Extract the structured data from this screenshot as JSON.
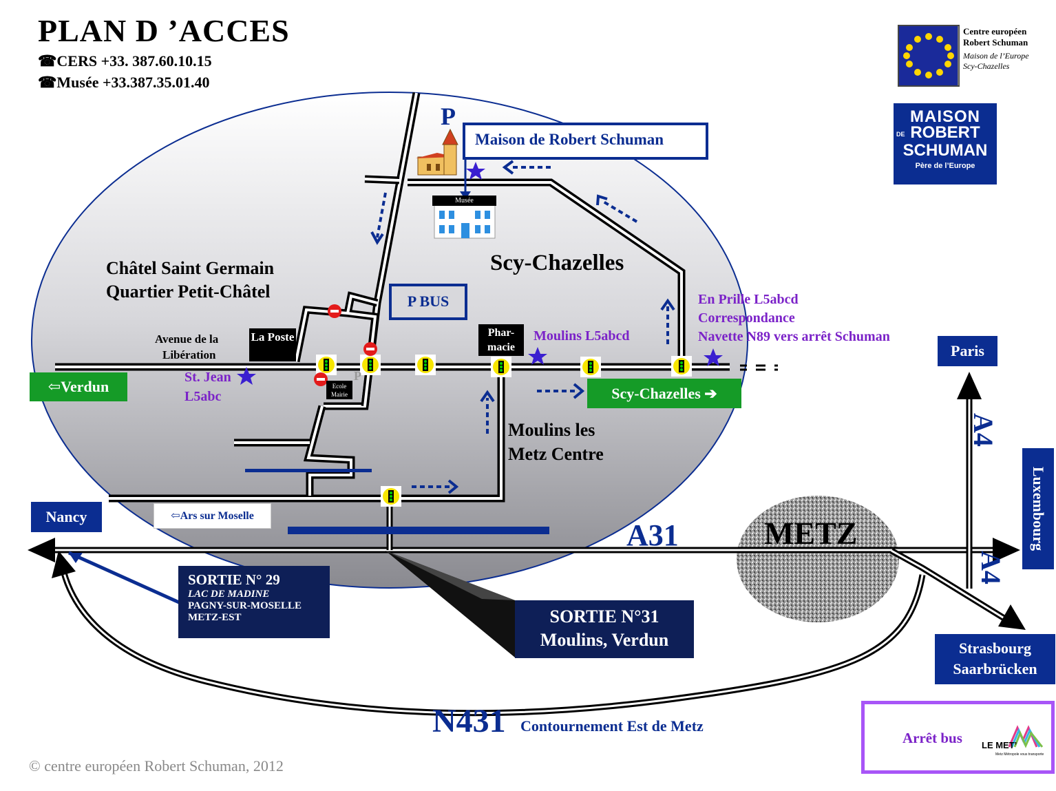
{
  "header": {
    "title": "PLAN D ’ACCES",
    "phone_cers": "☎CERS +33. 387.60.10.15",
    "phone_musee": "☎Musée +33.387.35.01.40"
  },
  "logo_cers": {
    "line1": "Centre européen",
    "line2": "Robert Schuman",
    "line3": "Maison de l’Europe",
    "line4": "Scy-Chazelles"
  },
  "logo_maison": {
    "line1": "MAISON",
    "line2": "ROBERT",
    "line3": "SCHUMAN",
    "de": "DE",
    "tagline": "Père de l’Europe"
  },
  "places": {
    "chatel_line1": "Châtel Saint Germain",
    "chatel_line2": "Quartier Petit-Châtel",
    "scy": "Scy-Chazelles",
    "moulins_line1": "Moulins les",
    "moulins_line2": "Metz Centre",
    "avenue_line1": "Avenue de la",
    "avenue_line2": "Libération",
    "metz": "METZ"
  },
  "labels": {
    "maison": "Maison de Robert Schuman",
    "p_bus": "P BUS",
    "parking_p": "P",
    "parking_p_small": "P",
    "musee": "Musée",
    "la_poste": "La Poste",
    "pharmacie": "Phar-macie",
    "ecole": "Ecole Mairie",
    "verdun": "⇦Verdun",
    "scy_exit": "Scy-Chazelles ➔",
    "nancy": "Nancy",
    "ars": "⇦Ars sur Moselle",
    "paris": "Paris",
    "luxembourg": "Luxembourg",
    "strasbourg_line1": "Strasbourg",
    "strasbourg_line2": "Saarbrücken",
    "a4_top": "A4",
    "a4_bottom": "A4",
    "a31": "A31",
    "n431": "N431",
    "contournement": "Contournement Est de Metz"
  },
  "bus_stops": {
    "st_jean_line1": "St. Jean",
    "st_jean_line2": "L5abc",
    "moulins": "Moulins L5abcd",
    "en_prille_line1": "En Prille L5abcd",
    "en_prille_line2": "Correspondance",
    "en_prille_line3": "Navette N89 vers arrêt Schuman"
  },
  "exits": {
    "s29_line1": "SORTIE N° 29",
    "s29_line2": "LAC DE MADINE",
    "s29_line3": "PAGNY-SUR-MOSELLE",
    "s29_line4": "METZ-EST",
    "s31_line1": "SORTIE N°31",
    "s31_line2": "Moulins, Verdun"
  },
  "legend": {
    "label": "Arrêt bus",
    "brand": "LE MET’",
    "brand_sub": "Metz Métropole vous transporte"
  },
  "credit": "© centre européen Robert Schuman, 2012",
  "colors": {
    "navy": "#0b2d91",
    "dark_navy": "#0e1f57",
    "green": "#159b27",
    "purple": "#7b22c8",
    "legend_border": "#a855f7",
    "star": "#3a1fd0"
  },
  "icons": [
    "phone-icon",
    "bus-stop-star-icon",
    "traffic-light-icon",
    "no-entry-icon",
    "church-icon",
    "museum-building-icon",
    "eu-stars-icon"
  ]
}
